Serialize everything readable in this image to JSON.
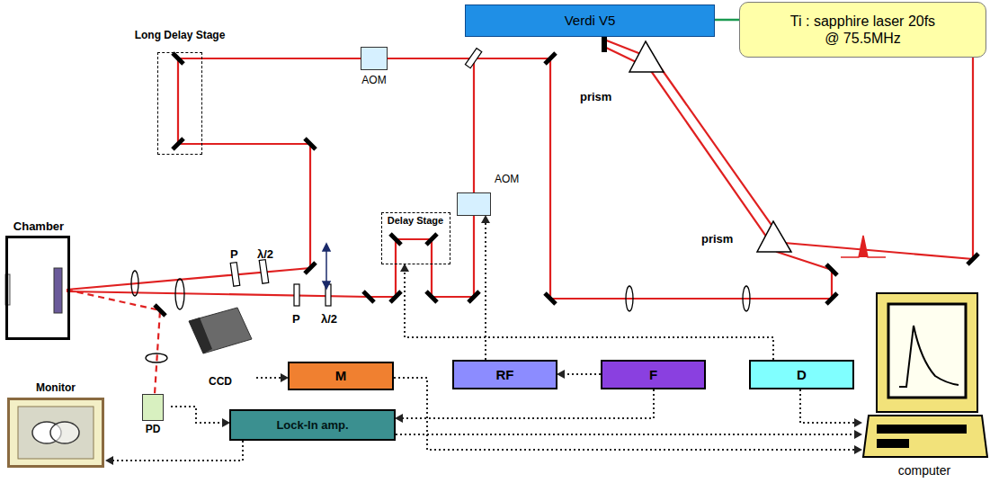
{
  "diagram": {
    "nodes": [
      {
        "text": [
          "Verdi V5"
        ]
      },
      {
        "text": [
          "Ti : sapphire laser 20fs @ 75.5MHz"
        ]
      },
      {
        "text": [
          "Long Delay Stage"
        ]
      },
      {
        "text": [
          "AOM"
        ]
      },
      {
        "text": [
          "AOM"
        ]
      },
      {
        "text": [
          "Chamber"
        ]
      },
      {
        "text": [
          "Delay Stage"
        ]
      },
      {
        "text": [
          "CCD"
        ]
      },
      {
        "text": [
          "M"
        ]
      },
      {
        "text": [
          "RF"
        ]
      },
      {
        "text": [
          "F"
        ]
      },
      {
        "text": [
          "D"
        ]
      },
      {
        "text": [
          "Monitor"
        ]
      },
      {
        "text": [
          "PD"
        ]
      },
      {
        "text": [
          "Lock-In amp."
        ]
      },
      {
        "text": [
          "computer"
        ]
      }
    ],
    "edges": [
      {
        "from": 0,
        "to": 1,
        "arrow": "none"
      },
      {
        "from": 10,
        "to": 9,
        "arrow": "to"
      },
      {
        "from": 9,
        "to": 4,
        "arrow": "to"
      },
      {
        "from": 11,
        "to": 6,
        "arrow": "to"
      },
      {
        "from": 10,
        "to": 14,
        "arrow": "to"
      },
      {
        "from": 11,
        "to": 15,
        "arrow": "to"
      },
      {
        "from": 8,
        "to": 15,
        "arrow": "to"
      },
      {
        "from": 14,
        "to": 15,
        "arrow": "to"
      },
      {
        "from": 13,
        "to": 14,
        "arrow": "to"
      },
      {
        "from": 7,
        "to": 8,
        "arrow": "to"
      },
      {
        "from": 14,
        "to": 12,
        "arrow": "to"
      }
    ],
    "labels": [
      "prism",
      "prism",
      "P",
      "λ/2",
      "P",
      "λ/2"
    ]
  }
}
